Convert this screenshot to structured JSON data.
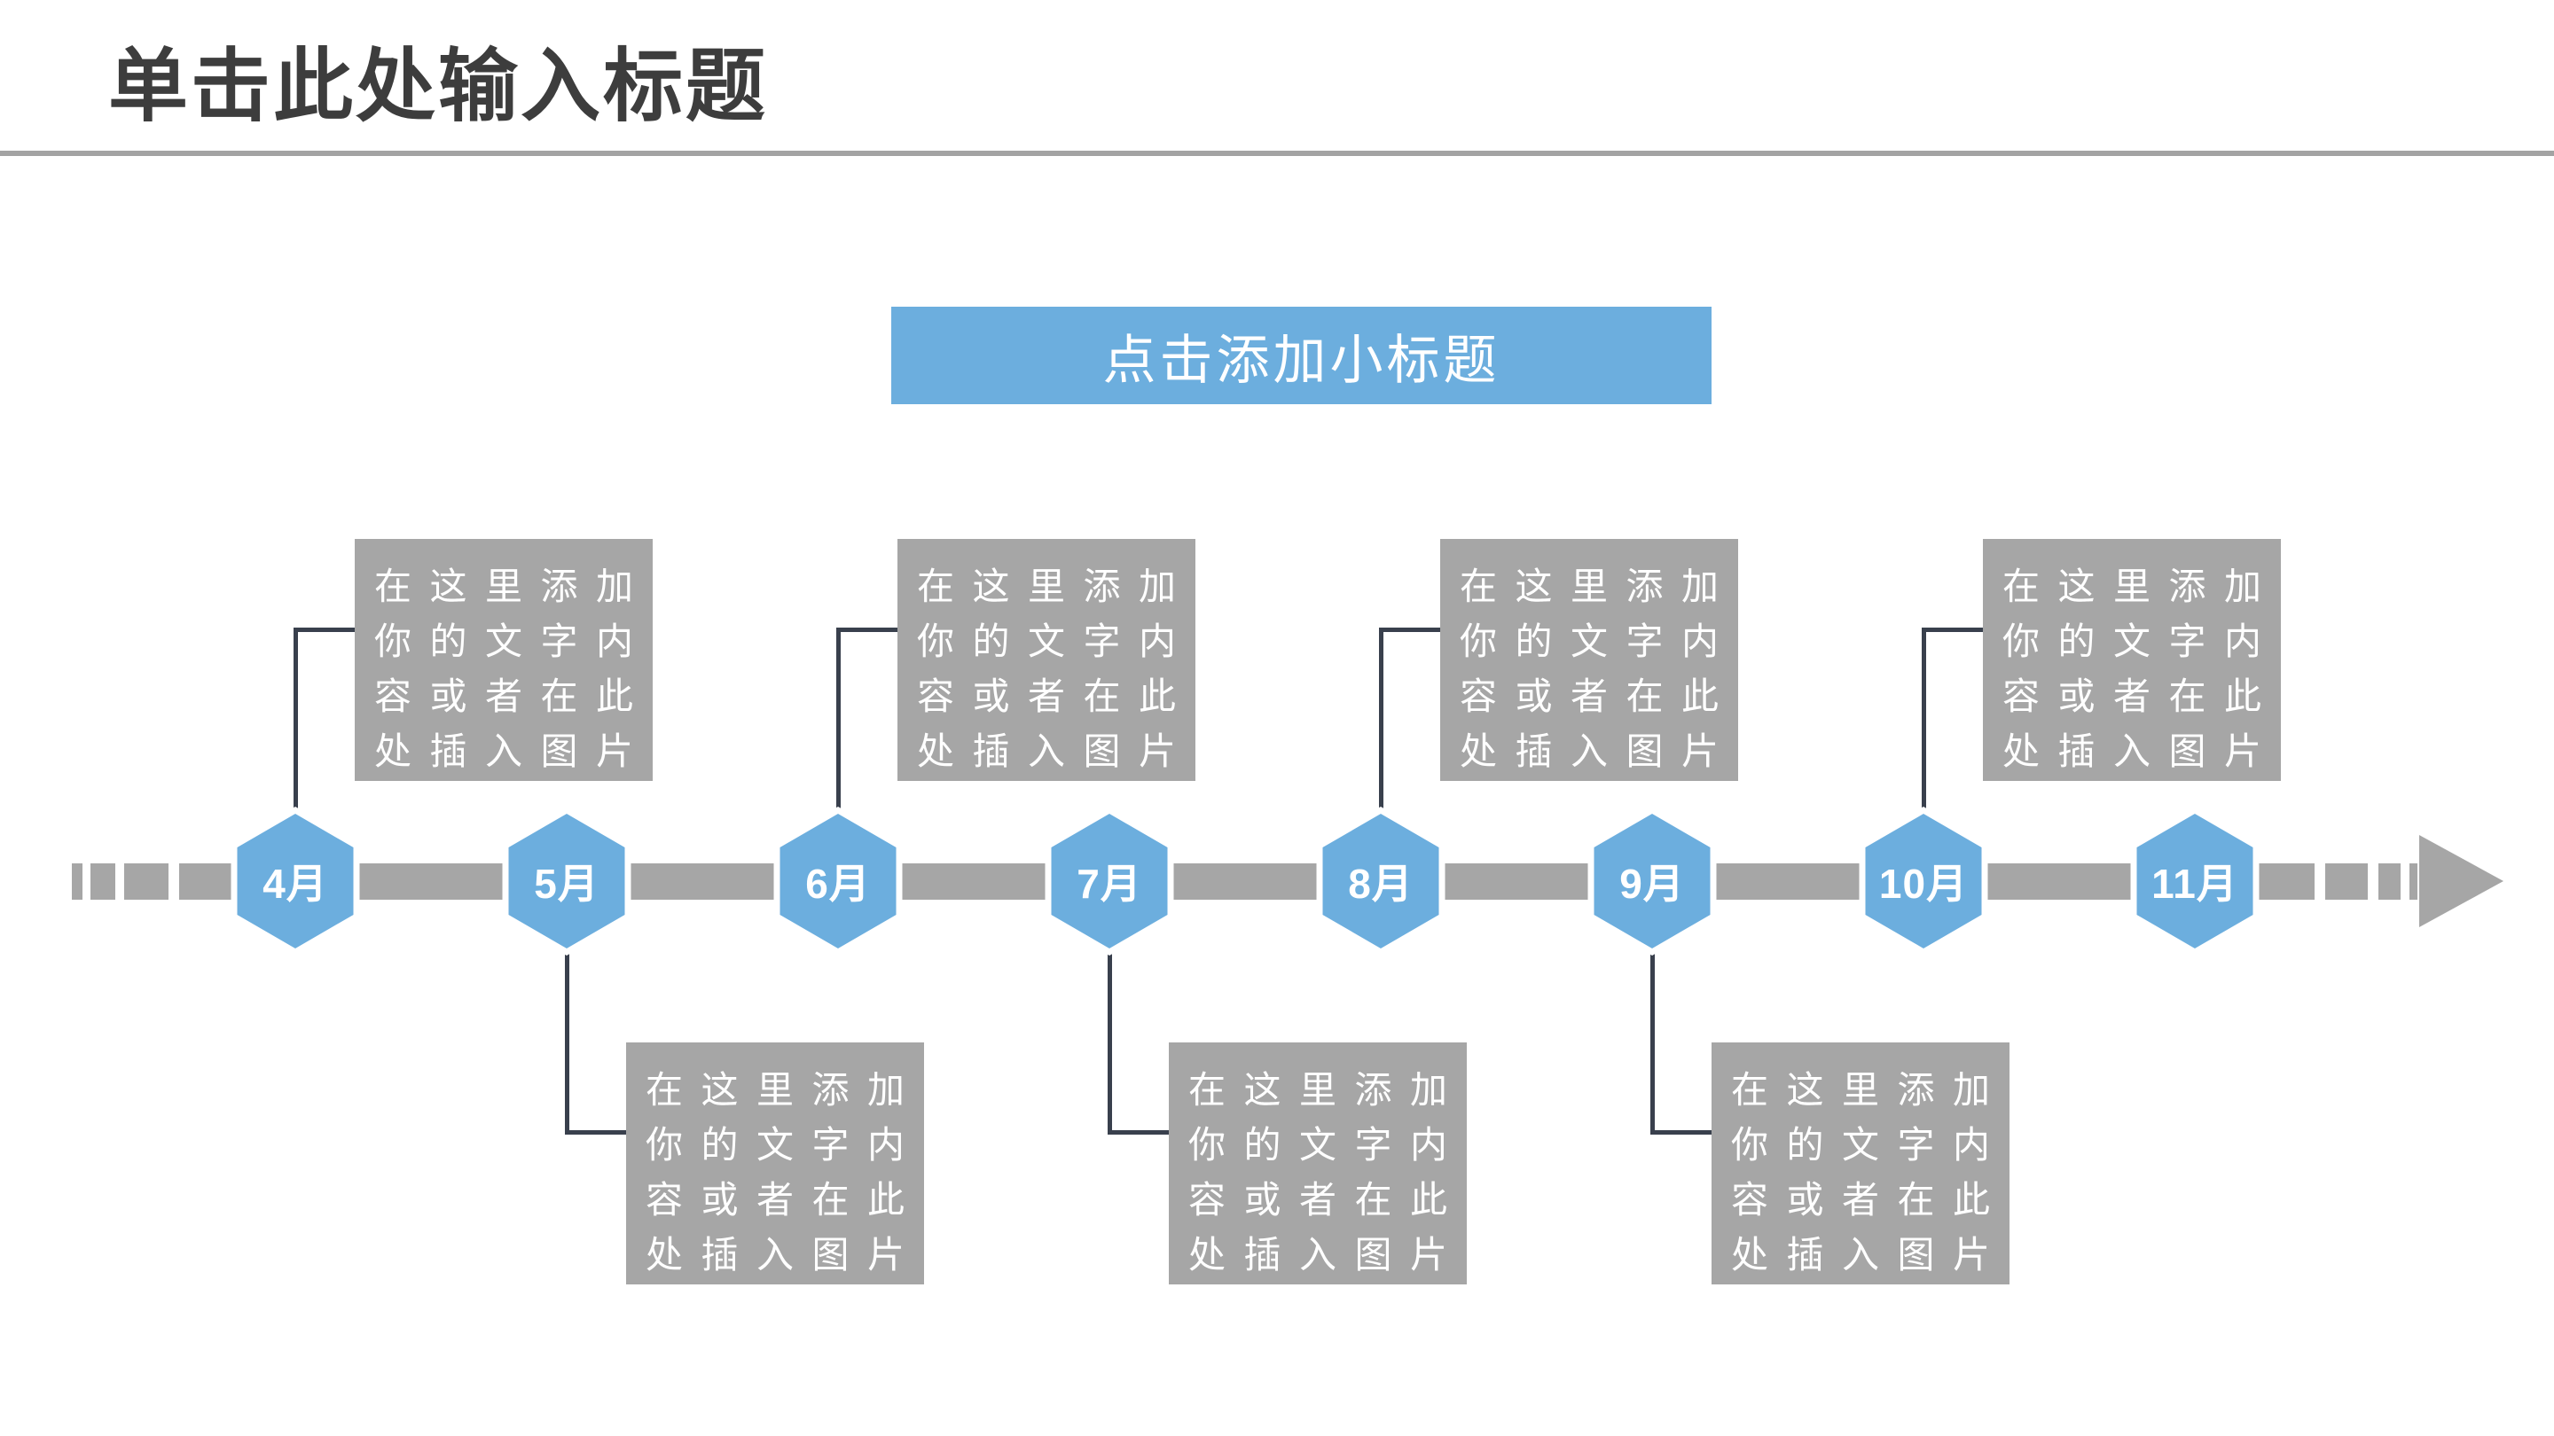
{
  "slide": {
    "title": "单击此处输入标题",
    "banner_label": "点击添加小标题"
  },
  "colors": {
    "accent_blue": "#6caede",
    "shape_gray": "#a6a6a6",
    "connector_dark": "#39404d",
    "title_text": "#3d3d3d",
    "rule_gray": "#a3a3a3",
    "box_text": "#ffffff"
  },
  "timeline": {
    "arrow_direction": "right",
    "placeholder_lines": [
      "在这里添加",
      "你的文字内",
      "容或者在此",
      "处插入图片"
    ],
    "placeholder_text": "在这里添加你的文字内容或者在此处插入图片",
    "months": [
      {
        "label": "4月",
        "box_position": "above"
      },
      {
        "label": "5月",
        "box_position": "below"
      },
      {
        "label": "6月",
        "box_position": "above"
      },
      {
        "label": "7月",
        "box_position": "below"
      },
      {
        "label": "8月",
        "box_position": "above"
      },
      {
        "label": "9月",
        "box_position": "below"
      },
      {
        "label": "10月",
        "box_position": "above"
      },
      {
        "label": "11月",
        "box_position": "none"
      }
    ]
  }
}
